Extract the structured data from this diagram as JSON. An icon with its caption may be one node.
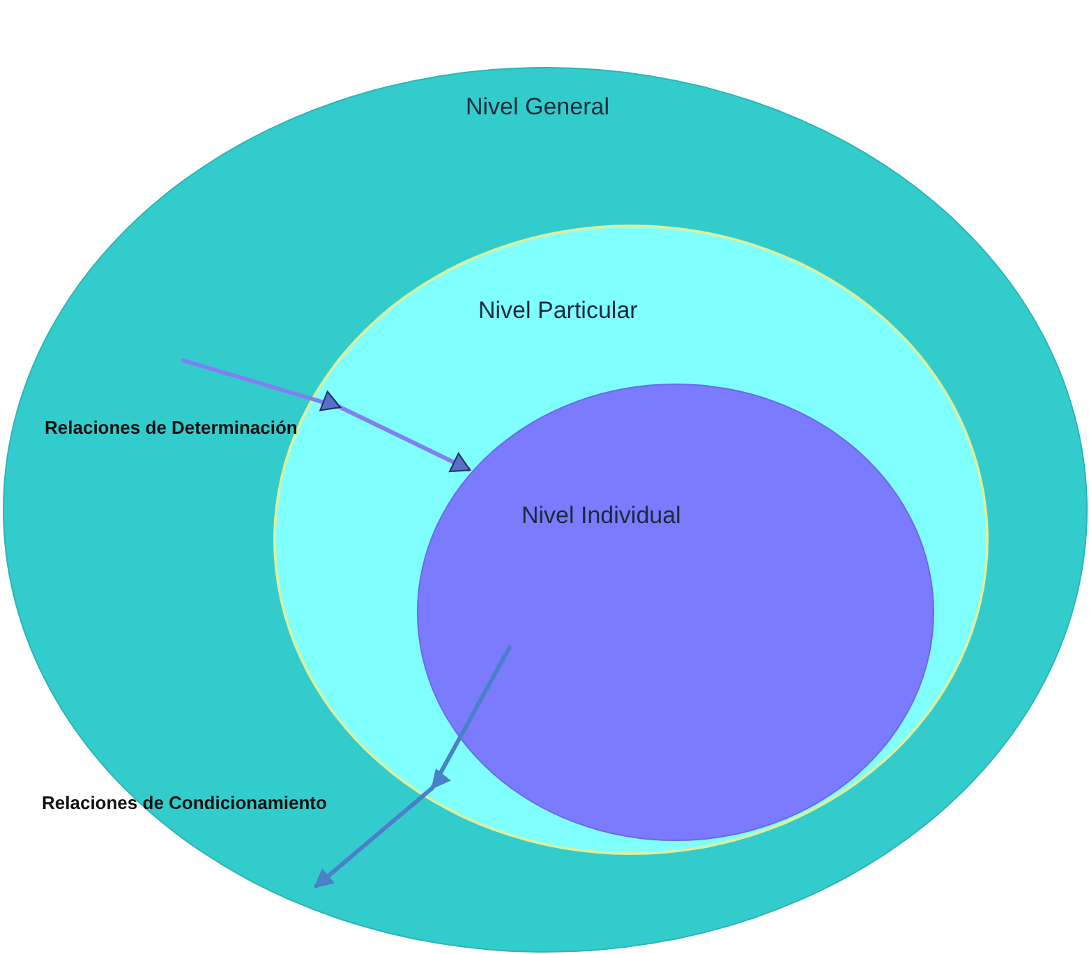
{
  "diagram": {
    "nodes": [
      {
        "text": [
          "Nivel General"
        ]
      },
      {
        "text": [
          "Nivel Particular"
        ],
        "in": 0
      },
      {
        "text": [
          "Nivel Individual"
        ],
        "in": 1
      }
    ],
    "edges": [
      {
        "from": null,
        "to": 2,
        "arrow": "to",
        "label": "Relaciones de Determinación",
        "color": "#8080f0"
      },
      {
        "from": 2,
        "to": 0,
        "arrow": "to",
        "label": "Relaciones de Condicionamiento",
        "color": "#4a80c8"
      }
    ]
  }
}
